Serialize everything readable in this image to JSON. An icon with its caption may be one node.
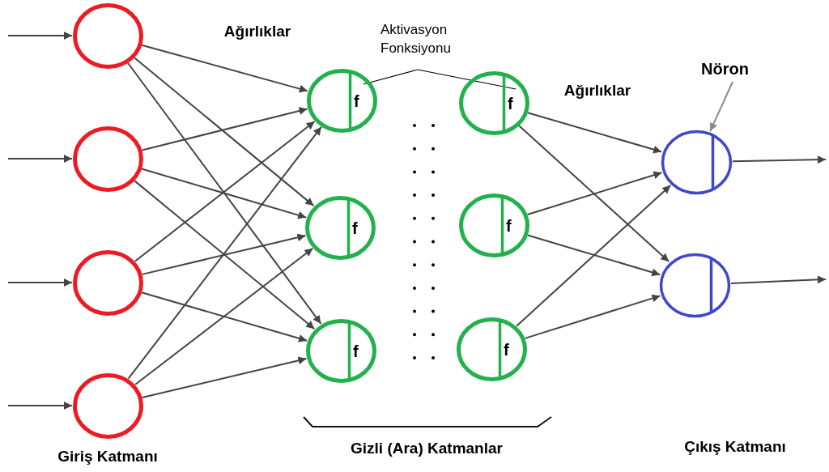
{
  "diagram": {
    "nodes": [
      {
        "text": [],
        "shape": "circle"
      },
      {
        "text": [],
        "shape": "circle"
      },
      {
        "text": [],
        "shape": "circle"
      },
      {
        "text": [],
        "shape": "circle"
      },
      {
        "text": [
          "f"
        ]
      },
      {
        "text": [
          "f"
        ]
      },
      {
        "text": [
          "f"
        ]
      },
      {
        "text": [
          "f"
        ]
      },
      {
        "text": [
          "f"
        ]
      },
      {
        "text": [
          "f"
        ]
      },
      {
        "text": [],
        "shape": "circle"
      },
      {
        "text": [],
        "shape": "circle"
      },
      {
        "text": [
          "Aktivasyon Fonksiyonu"
        ]
      },
      {
        "text": [
          "Nöron"
        ]
      }
    ],
    "edges": [
      {
        "from": null,
        "to": 0,
        "arrow": "to"
      },
      {
        "from": null,
        "to": 1,
        "arrow": "to"
      },
      {
        "from": null,
        "to": 2,
        "arrow": "to"
      },
      {
        "from": null,
        "to": 3,
        "arrow": "to"
      },
      {
        "from": 0,
        "to": 4,
        "arrow": "to"
      },
      {
        "from": 0,
        "to": 5,
        "arrow": "to"
      },
      {
        "from": 0,
        "to": 6,
        "arrow": "to"
      },
      {
        "from": 1,
        "to": 4,
        "arrow": "to"
      },
      {
        "from": 1,
        "to": 5,
        "arrow": "to"
      },
      {
        "from": 1,
        "to": 6,
        "arrow": "to"
      },
      {
        "from": 2,
        "to": 4,
        "arrow": "to"
      },
      {
        "from": 2,
        "to": 5,
        "arrow": "to"
      },
      {
        "from": 2,
        "to": 6,
        "arrow": "to"
      },
      {
        "from": 3,
        "to": 4,
        "arrow": "to"
      },
      {
        "from": 3,
        "to": 5,
        "arrow": "to"
      },
      {
        "from": 3,
        "to": 6,
        "arrow": "to"
      },
      {
        "from": 7,
        "to": 10,
        "arrow": "to"
      },
      {
        "from": 7,
        "to": 11,
        "arrow": "to"
      },
      {
        "from": 8,
        "to": 10,
        "arrow": "to"
      },
      {
        "from": 8,
        "to": 11,
        "arrow": "to"
      },
      {
        "from": 9,
        "to": 10,
        "arrow": "to"
      },
      {
        "from": 9,
        "to": 11,
        "arrow": "to"
      },
      {
        "from": 10,
        "to": null,
        "arrow": "to"
      },
      {
        "from": 11,
        "to": null,
        "arrow": "to"
      },
      {
        "from": 12,
        "to": 4,
        "arrow": "none",
        "color": "#000000"
      },
      {
        "from": 12,
        "to": 7,
        "arrow": "none",
        "color": "#000000"
      },
      {
        "from": 13,
        "to": 10,
        "arrow": "to",
        "color": "#8a8a8a"
      }
    ],
    "labels": [
      "Ağırlıklar",
      "Ağırlıklar",
      "Giriş Katmanı",
      "Gizli (Ara) Katmanlar",
      "Çıkış Katmanı"
    ]
  }
}
